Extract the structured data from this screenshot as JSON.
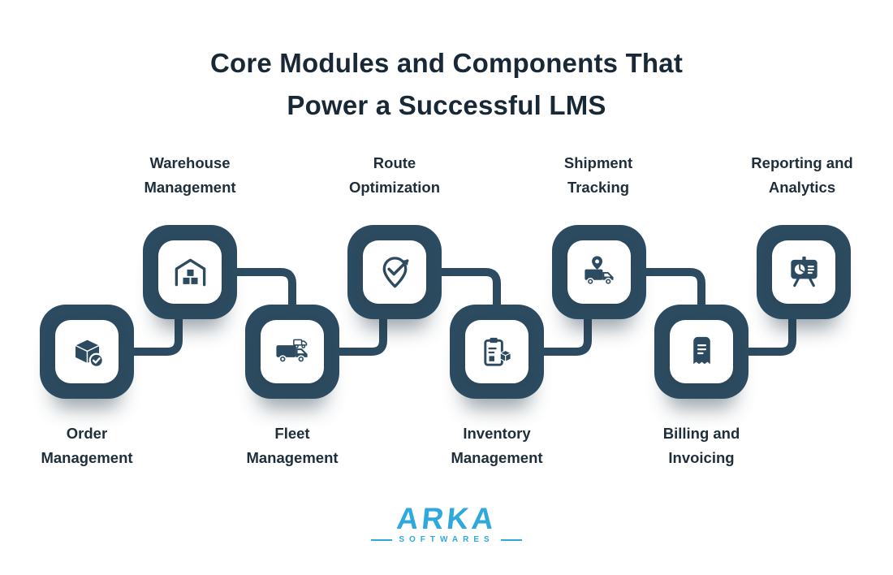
{
  "title": {
    "line1": "Core Modules and Components That",
    "line2": "Power a Successful LMS"
  },
  "modules": [
    {
      "id": "order-management",
      "line1": "Order",
      "line2": "Management",
      "position": "bottom",
      "icon": "package-check-icon"
    },
    {
      "id": "warehouse-management",
      "line1": "Warehouse",
      "line2": "Management",
      "position": "top",
      "icon": "warehouse-icon"
    },
    {
      "id": "fleet-management",
      "line1": "Fleet",
      "line2": "Management",
      "position": "bottom",
      "icon": "truck-icon"
    },
    {
      "id": "route-optimization",
      "line1": "Route",
      "line2": "Optimization",
      "position": "top",
      "icon": "pin-check-icon"
    },
    {
      "id": "inventory-management",
      "line1": "Inventory",
      "line2": "Management",
      "position": "bottom",
      "icon": "clipboard-box-icon"
    },
    {
      "id": "shipment-tracking",
      "line1": "Shipment",
      "line2": "Tracking",
      "position": "top",
      "icon": "truck-pin-icon"
    },
    {
      "id": "billing-invoicing",
      "line1": "Billing and",
      "line2": "Invoicing",
      "position": "bottom",
      "icon": "invoice-icon"
    },
    {
      "id": "reporting-analytics",
      "line1": "Reporting and",
      "line2": "Analytics",
      "position": "top",
      "icon": "presentation-chart-icon"
    }
  ],
  "logo": {
    "brand": "ARKA",
    "tagline": "SOFTWARES"
  },
  "colors": {
    "tile": "#2d4b60",
    "title_text": "#182836",
    "label_text": "#1f2e3a",
    "logo_blue": "#2fa8dd",
    "background": "#ffffff"
  }
}
